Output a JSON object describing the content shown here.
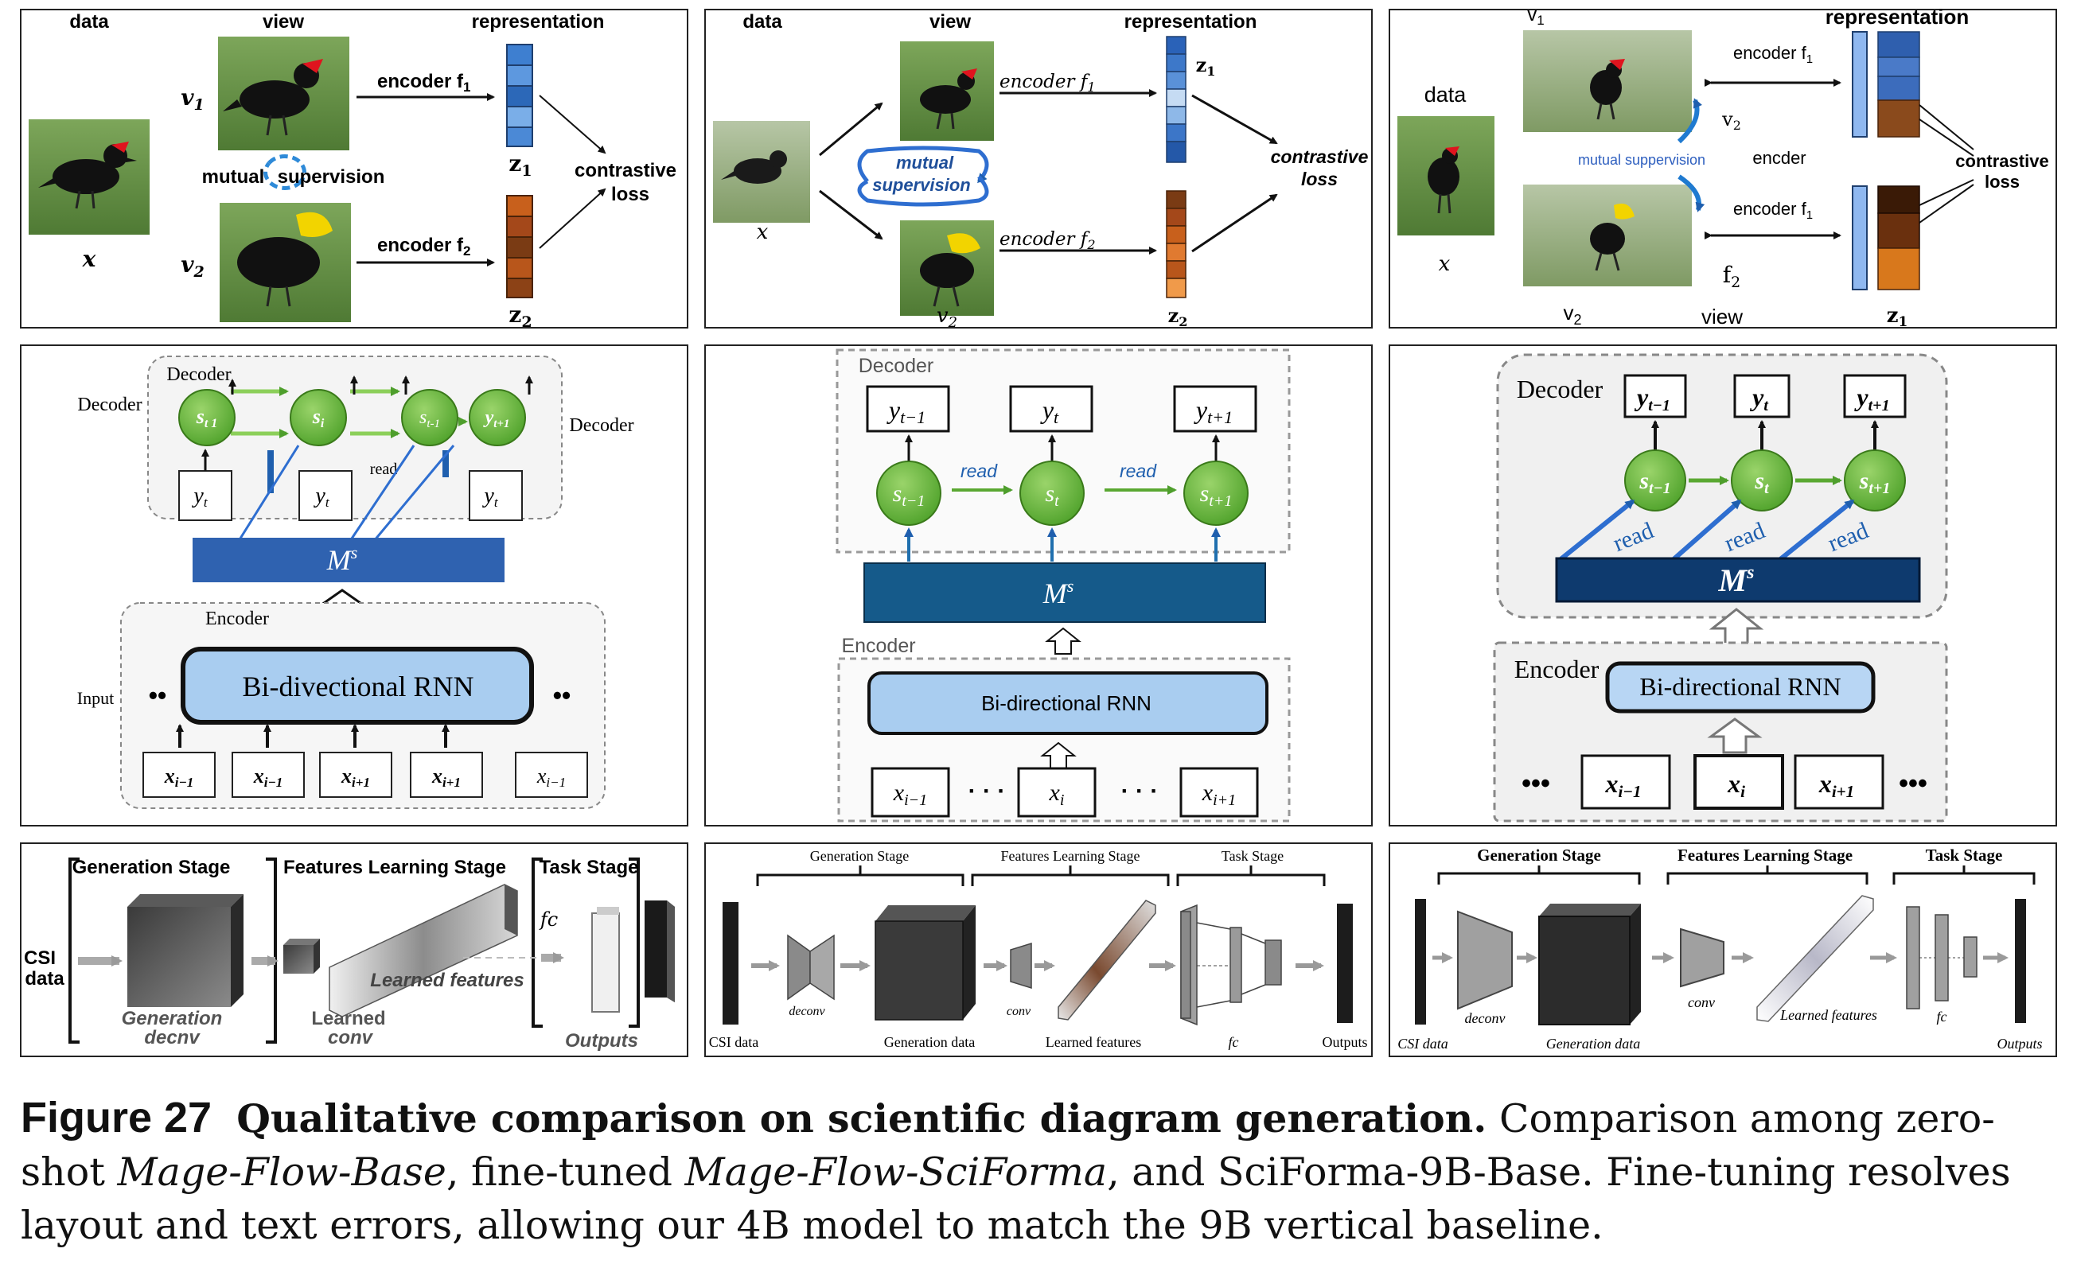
{
  "row1": {
    "p1": {
      "data": "data",
      "view": "view",
      "representation": "representation",
      "encoder_f1": "encoder f",
      "encoder_f2": "encoder f",
      "v1": "v",
      "v2": "v",
      "x": "x",
      "mutual": "mutual",
      "supervision": "supervision",
      "z1": "z",
      "z2": "z",
      "contrastive": "contrastive",
      "loss": "loss",
      "sub1": "1",
      "sub2": "2"
    },
    "p2": {
      "data": "data",
      "view": "view",
      "representation": "representation",
      "encoder_f1": "encoder f",
      "encoder_f2": "encoder f",
      "mutual": "mutual",
      "supervision": "supervision",
      "x": "x",
      "v2": "v",
      "z1": "z",
      "z2": "z",
      "contrastive": "contrastive",
      "loss": "loss",
      "sub1": "1",
      "sub2": "2"
    },
    "p3": {
      "v1": "v",
      "representation": "representation",
      "data": "data",
      "x": "x",
      "encoder_f1": "encoder f",
      "v2_right": "v",
      "mutual_suppervision": "mutual suppervision",
      "encder": "encder",
      "encoder_f1b": "encoder f",
      "f2": "f",
      "v2": "v",
      "view": "view",
      "z1": "z",
      "contrastive": "contrastive",
      "loss": "loss",
      "sub1": "1",
      "sub2": "2"
    }
  },
  "row2": {
    "p4": {
      "decoder_top": "Decoder",
      "decoder_left": "Decoder",
      "decoder_right": "Decoder",
      "s_t1": "s",
      "s_t1_sub": "t 1",
      "s_i": "s",
      "s_i_sub": "i",
      "s_tm1": "s",
      "s_tm1_sub": "t-1",
      "y_tp1": "y",
      "y_tp1_sub": "t+1",
      "y_t": "y",
      "y_t_sub": "t",
      "read": "read",
      "ms": "M",
      "ms_sup": "s",
      "encoder": "Encoder",
      "input": "Input",
      "dots": "••",
      "birnn": "Bi-divectional RNN",
      "x_im1": "x",
      "x_im1_sub": "i−1",
      "x_ip1": "x",
      "x_ip1_sub": "i+1"
    },
    "p5": {
      "decoder": "Decoder",
      "y_tm1": "y",
      "tm1": "t−1",
      "y_t": "y",
      "t": "t",
      "y_tp1": "y",
      "tp1": "t+1",
      "s": "s",
      "read": "read",
      "ms": "M",
      "ms_sup": "s",
      "encoder": "Encoder",
      "birnn": "Bi-directional RNN",
      "x": "x",
      "im1": "i−1",
      "i": "i",
      "ip1": "i+1",
      "dots": "· · ·"
    },
    "p6": {
      "decoder": "Decoder",
      "y": "y",
      "tm1": "t−1",
      "t": "t",
      "tp1": "t+1",
      "s": "s",
      "read": "read",
      "ms": "M",
      "ms_sup": "s",
      "encoder": "Encoder",
      "birnn": "Bi-directional RNN",
      "x": "x",
      "im1": "i−1",
      "i": "i",
      "ip1": "i+1",
      "dots": "•••"
    }
  },
  "row3": {
    "p7": {
      "generation_stage": "Generation Stage",
      "features_learning_stage": "Features Learning Stage",
      "task_stage": "Task Stage",
      "csi": "CSI",
      "data": "data",
      "generation": "Generation",
      "decnv": "decnv",
      "learned_features": "Learned features",
      "learned": "Learned",
      "conv": "conv",
      "fc": "fc",
      "outputs": "Outputs"
    },
    "p8": {
      "generation_stage": "Generation Stage",
      "features_learning_stage": "Features Learning Stage",
      "task_stage": "Task Stage",
      "csi_data": "CSI data",
      "deconv": "deconv",
      "generation_data": "Generation data",
      "conv": "conv",
      "learned_features": "Learned features",
      "fc": "fc",
      "outputs": "Outputs"
    },
    "p9": {
      "generation_stage": "Generation Stage",
      "features_learning_stage": "Features Learning Stage",
      "task_stage": "Task Stage",
      "csi_data": "CSI data",
      "deconv": "deconv",
      "generation_data": "Generation data",
      "conv": "conv",
      "learned_features": "Learned features",
      "fc": "fc",
      "outputs": "Outputs"
    }
  },
  "caption": {
    "label": "Figure 27",
    "title": "Qualitative comparison on scientific diagram generation.",
    "t1": " Comparison among zero-shot ",
    "m1": "Mage-Flow-Base",
    "t2": ", fine-tuned ",
    "m2": "Mage-Flow-SciForma",
    "t3": ", and SciForma-9B-Base. Fine-tuning resolves layout and text errors, allowing our 4B model to match the 9B vertical baseline."
  },
  "colors": {
    "blue_light": "#9cc3ec",
    "blue_dark": "#1f4f8a",
    "green_node": "#6dbf3a",
    "orange": "#c8601c",
    "brown": "#7a3b14",
    "yellow": "#f2d400",
    "red": "#e0141e"
  }
}
